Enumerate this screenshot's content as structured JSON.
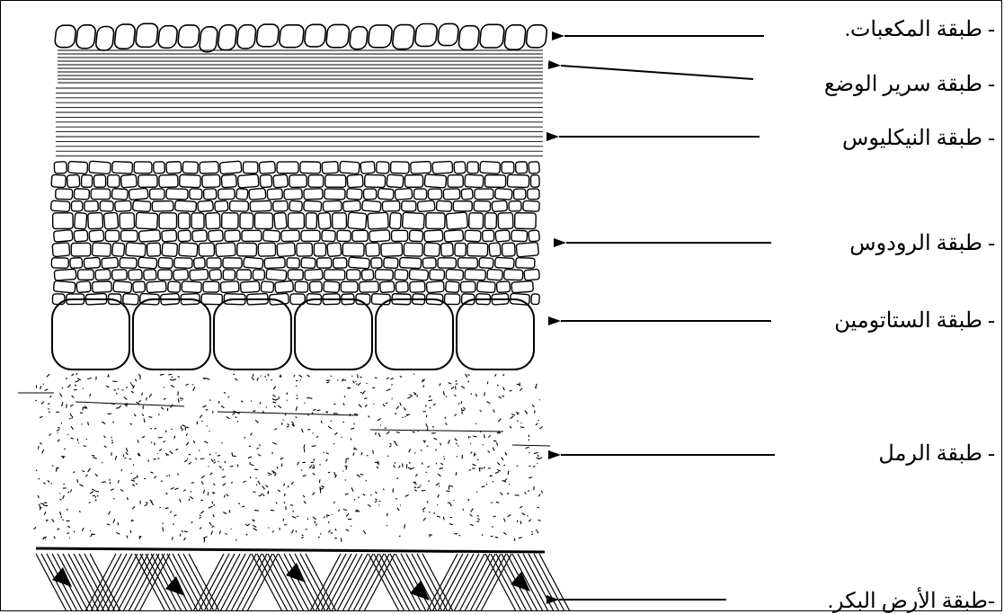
{
  "layers": [
    {
      "id": "cubes",
      "label": "- طبقة المكعبات."
    },
    {
      "id": "bedding",
      "label": "- طبقة سرير الوضع"
    },
    {
      "id": "nucleus",
      "label": "- طبقة النيكليوس"
    },
    {
      "id": "rudus",
      "label": "- طبقة الرودوس"
    },
    {
      "id": "statumen",
      "label": "- طبقة الستاتومين"
    },
    {
      "id": "sand",
      "label": "- طبقة الرمل"
    },
    {
      "id": "subgrade",
      "label": "-طبقة الأرض البكر."
    }
  ],
  "colors": {
    "ink": "#000000",
    "paper": "#ffffff"
  }
}
